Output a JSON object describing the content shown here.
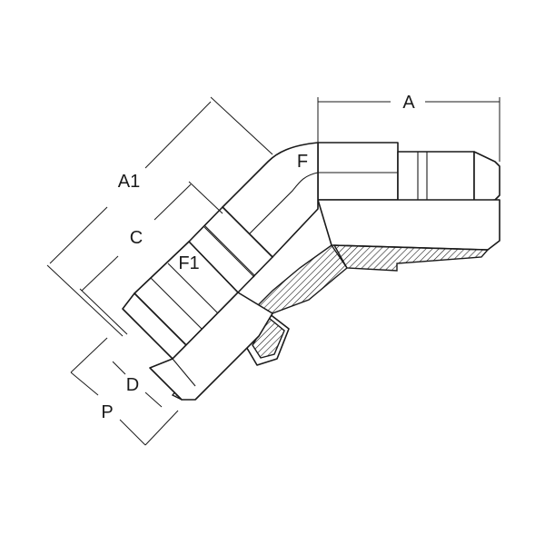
{
  "diagram": {
    "labels": {
      "a": "A",
      "a1": "A1",
      "c": "C",
      "d": "D",
      "f": "F",
      "f1": "F1",
      "p": "P"
    },
    "colors": {
      "line": "#1a1a1a",
      "background": "#ffffff"
    }
  }
}
